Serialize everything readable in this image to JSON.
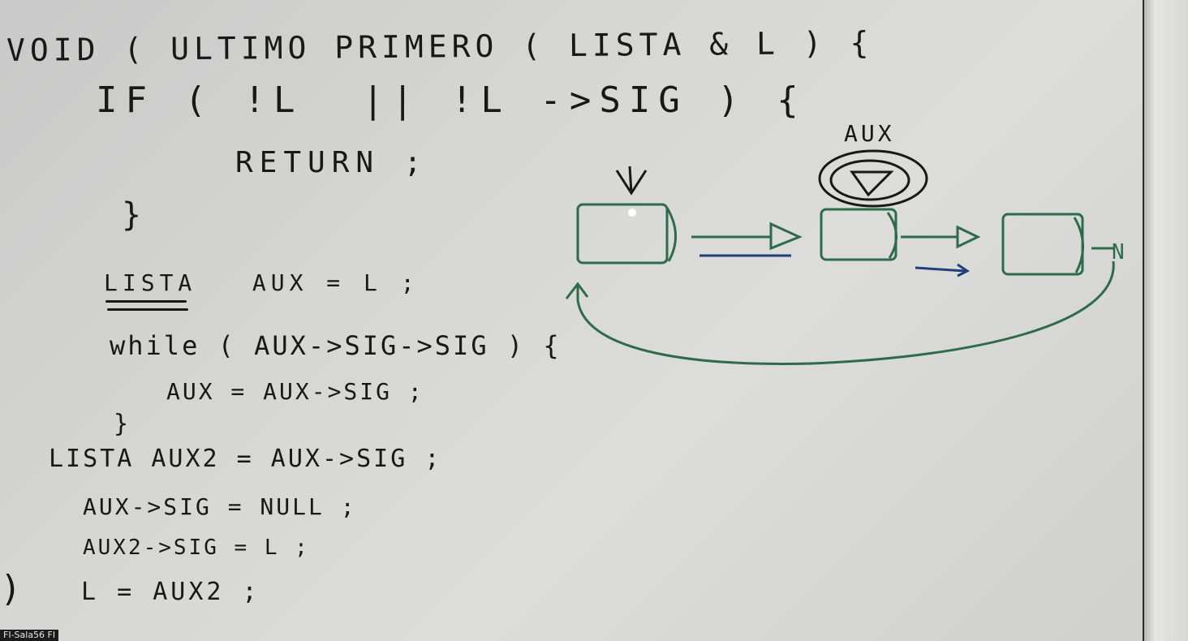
{
  "whiteboard": {
    "code_lines": [
      "VOID ( ULTIMO PRIMERO ( LISTA & L ) {",
      "IF ( !L  || !L ->SIG ) {",
      "RETURN ;",
      "}",
      "LISTA   AUX = L ;",
      "while ( AUX->SIG->SIG ) {",
      "AUX = AUX->SIG ;",
      "}",
      "LISTA AUX2 = AUX->SIG ;",
      "AUX->SIG = NULL ;",
      "AUX2->SIG = L ;",
      "L = AUX2 ;"
    ],
    "diagram": {
      "aux_label": "AUX",
      "null_label": "N"
    }
  },
  "caption": "FI-Sala56 FI",
  "colors": {
    "ink_black": "#181818",
    "ink_green": "#2e6b4a",
    "ink_blue": "#1f3f7a"
  }
}
